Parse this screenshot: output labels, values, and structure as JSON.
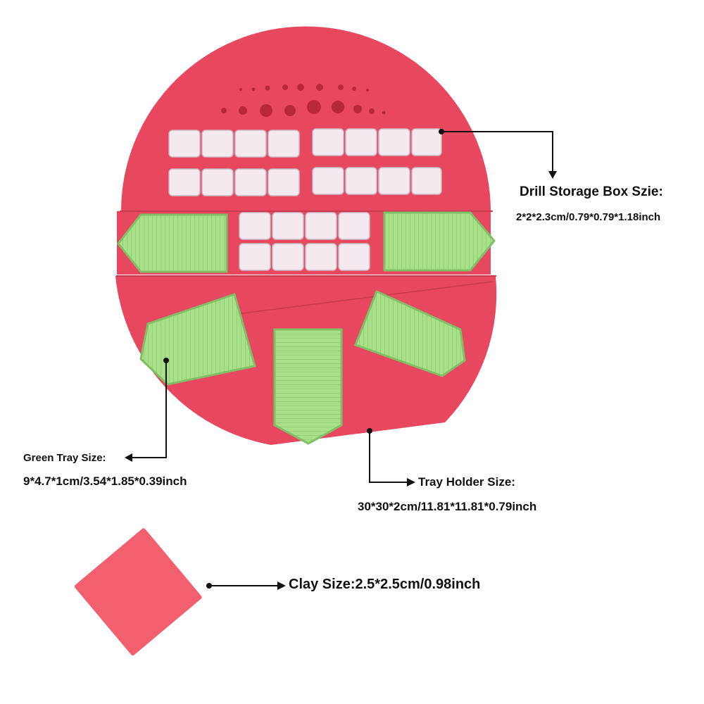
{
  "annotations": {
    "drill_storage_box": {
      "title": "Drill Storage Box Szie:",
      "value": "2*2*2.3cm/0.79*0.79*1.18inch"
    },
    "green_tray": {
      "title": "Green Tray Size:",
      "value": "9*4.7*1cm/3.54*1.85*0.39inch"
    },
    "tray_holder": {
      "title": "Tray Holder Size:",
      "value": "30*30*2cm/11.81*11.81*0.79inch"
    },
    "clay": {
      "label": "Clay Size:2.5*2.5cm/0.98inch"
    }
  },
  "colors": {
    "holder": "#e8485f",
    "holder_shadow": "#c73a50",
    "tray": "#a8e08a",
    "tray_edge": "#7fc066",
    "box": "#f3e9ef",
    "clay": "#f2606f",
    "line": "#111111"
  }
}
